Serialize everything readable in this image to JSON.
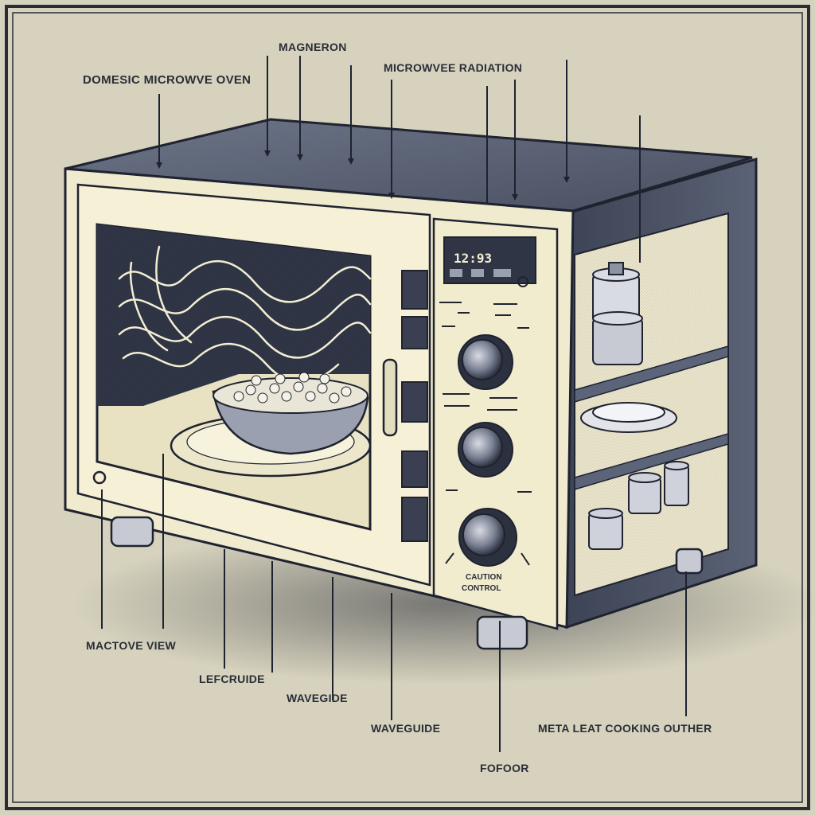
{
  "labels": {
    "top_left": "DOMESIC MICROWVE OVEN",
    "magnetron": "MAGNERON",
    "radiation": "MICROWVEE RADIATION",
    "view": "MACTOVE VIEW",
    "leftguide": "LEFCRUIDE",
    "waveguide_1": "WAVEGIDE",
    "waveguide_2": "WAVEGUIDE",
    "floor": "FOFOOR",
    "cooking": "META LEAT COOKING OUTHER"
  },
  "display": {
    "time": "12:93"
  },
  "knob_caption": {
    "line1": "CAUTION",
    "line2": "CONTROL"
  },
  "colors": {
    "paper": "#d6d2bd",
    "ink": "#2a2d38",
    "cream": "#f3eed2",
    "steel": "#5b6478"
  }
}
